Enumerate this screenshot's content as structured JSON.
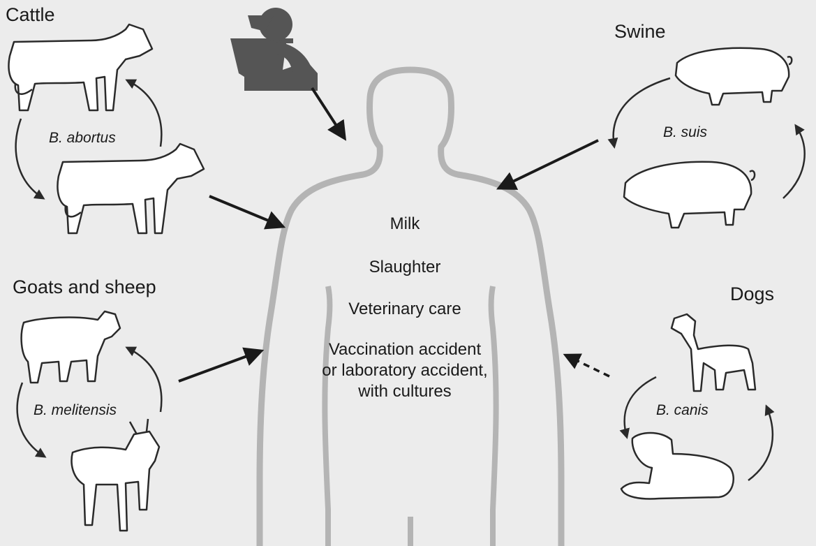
{
  "groups": {
    "cattle": {
      "label": "Cattle",
      "species": "B. abortus"
    },
    "goats_sheep": {
      "label": "Goats and sheep",
      "species": "B. melitensis"
    },
    "swine": {
      "label": "Swine",
      "species": "B. suis"
    },
    "dogs": {
      "label": "Dogs",
      "species": "B. canis"
    }
  },
  "human": {
    "routes": [
      "Milk",
      "Slaughter",
      "Veterinary care",
      "Vaccination accident\nor laboratory accident,\nwith cultures"
    ]
  },
  "colors": {
    "background": "#ececec",
    "human_outline": "#b4b4b4",
    "lab_worker": "#555555",
    "arrow": "#1a1a1a",
    "drawing_line": "#2a2a2a"
  },
  "icons": [
    "cow-icon",
    "pig-icon",
    "sheep-icon",
    "goat-icon",
    "dog-icon",
    "lab-worker-icon"
  ]
}
